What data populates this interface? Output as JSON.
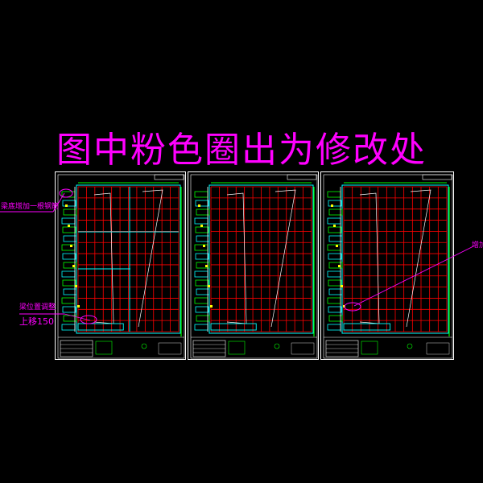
{
  "headline": "图中粉色圈出为修改处",
  "colors": {
    "background": "#000000",
    "annotation": "#ff00ff",
    "grid_red": "#ff0000",
    "grid_cyan": "#00ffff",
    "grid_green": "#00ff00",
    "frame": "#ffffff",
    "yellow": "#ffff00"
  },
  "annotations": {
    "left_top": "梁底增加一根钢筋",
    "left_mid_line1": "梁位置调整",
    "left_mid_line2": "上移150",
    "right": "增加"
  },
  "sheets": [
    {
      "id": "sheet-1"
    },
    {
      "id": "sheet-2"
    },
    {
      "id": "sheet-3"
    }
  ]
}
